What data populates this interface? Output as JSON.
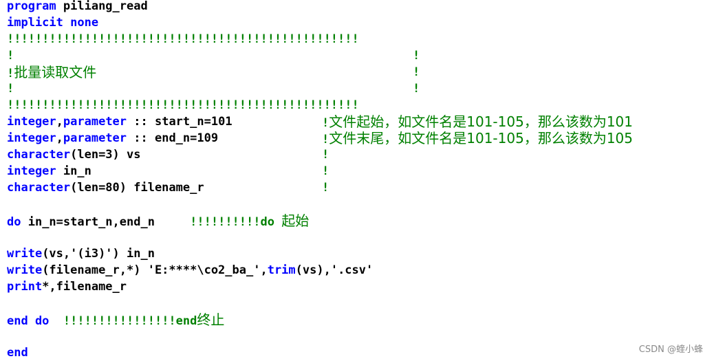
{
  "code": {
    "l1_kw": "program",
    "l1_rest": " piliang_read",
    "l2_kw": "implicit none",
    "bang_row": "!!!!!!!!!!!!!!!!!!!!!!!!!!!!!!!!!!!!!!!!!!!!!!!!!!",
    "bang": "!",
    "header_text": "批量读取文件",
    "l8_kw1": "integer",
    "l8_sep": ",",
    "l8_kw2": "parameter",
    "l8_rest": " :: start_n=101",
    "l8_comment_text": "文件起始，如文件名是101-105，那么该数为101",
    "l9_kw1": "integer",
    "l9_sep": ",",
    "l9_kw2": "parameter",
    "l9_rest": " :: end_n=109",
    "l9_comment_text": "文件末尾，如文件名是101-105，那么该数为105",
    "l10_kw": "character",
    "l10_rest": "(len=3) vs",
    "l11_kw": "integer",
    "l11_rest": " in_n",
    "l12_kw": "character",
    "l12_rest": "(len=80) filename_r",
    "l14_kw": "do",
    "l14_rest": " in_n=start_n,end_n",
    "l14_bangs": "!!!!!!!!!!",
    "l14_comment_kw": "do ",
    "l14_comment_text": "起始",
    "l16_kw": "write",
    "l16_rest": "(vs,'(i3)') in_n",
    "l17_kw": "write",
    "l17_rest1": "(filename_r,*) 'E:****\\co2_ba_',",
    "l17_kw2": "trim",
    "l17_rest2": "(vs),'.csv'",
    "l18_kw": "print",
    "l18_rest": "*,filename_r",
    "l20_kw": "end do",
    "l20_bangs": "!!!!!!!!!!!!!!!!",
    "l20_comment_kw": "end",
    "l20_comment_text": "终止",
    "l22_kw": "end"
  },
  "watermark": "CSDN @蝰小蜂",
  "colors": {
    "keyword": "#0000ff",
    "comment": "#008000",
    "text": "#000000"
  }
}
